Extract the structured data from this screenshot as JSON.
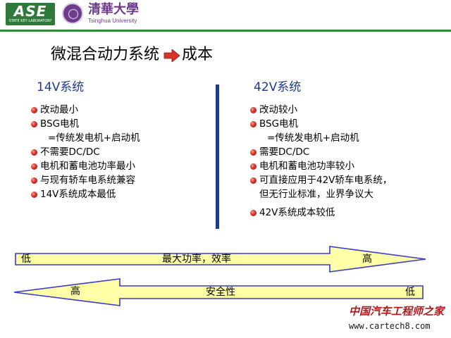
{
  "header": {
    "logo_main": "ASE",
    "logo_sub": "STATE KEY LABORATORY",
    "university_cn": "清華大學",
    "university_en": "Tsinghua University"
  },
  "title": {
    "part1": "微混合动力系统",
    "part2": "成本"
  },
  "left": {
    "heading": "14V系统",
    "items": [
      "改动最小",
      "BSG电机",
      "=传统发电机+启动机",
      "不需要DC/DC",
      "电机和蓄电池功率最小",
      "与现有轿车电系统兼容",
      "14V系统成本最低"
    ]
  },
  "right": {
    "heading": "42V系统",
    "items": [
      "改动较小",
      "BSG电机",
      "=传统发电机+启动机",
      "需要DC/DC",
      "电机和蓄电池功率较小",
      "可直接应用于42V轿车电系统，",
      "但无行业标准，业界争议大",
      "42V系统成本较低"
    ]
  },
  "arrow_power": {
    "left": "低",
    "center": "最大功率，效率",
    "right": "高"
  },
  "arrow_safety": {
    "left": "高",
    "center": "安全性",
    "right": "低"
  },
  "footer": {
    "brand": "中国汽车工程师之家",
    "url": "www.cartech8.com"
  },
  "colors": {
    "heading_blue": "#1f3a8c",
    "arrow_fill": "#ffffa8",
    "arrow_stroke": "#3a3ac8",
    "bullet_red": "#d8322a",
    "brand_green": "#2f7a3a",
    "tsinghua_purple": "#6e3c8c",
    "footer_red": "#b21a1a"
  }
}
